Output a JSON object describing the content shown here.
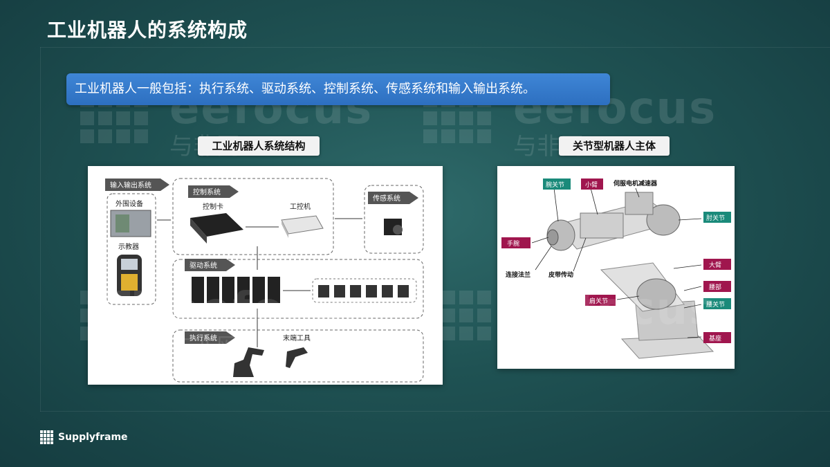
{
  "slide": {
    "title": "工业机器人的系统构成"
  },
  "banner": {
    "text": "工业机器人一般包括：执行系统、驱动系统、控制系统、传感系统和输入输出系统。"
  },
  "left_figure": {
    "caption": "工业机器人系统结构",
    "labels": {
      "io_system": "输入输出系统",
      "peripheral": "外围设备",
      "teach_pendant": "示教器",
      "control_system": "控制系统",
      "control_card": "控制卡",
      "ipc": "工控机",
      "sensing_system": "传感系统",
      "drive_system": "驱动系统",
      "execution_system": "执行系统",
      "end_tool": "末端工具"
    }
  },
  "right_figure": {
    "caption": "关节型机器人主体",
    "labels": {
      "wrist_joint": "腕关节",
      "forearm": "小臂",
      "servo_motor_reducer": "伺服电机减速器",
      "elbow_joint": "肘关节",
      "wrist": "手腕",
      "big_arm": "大臂",
      "connecting_flange": "连接法兰",
      "belt_drive": "皮带传动",
      "waist": "腰部",
      "shoulder_joint": "肩关节",
      "waist_joint": "腰关节",
      "base": "基座"
    },
    "label_color": "#a0164e",
    "label_color_alt": "#1a8a7a"
  },
  "watermark": {
    "logo": "eefocus",
    "cn": "与非网"
  },
  "footer": {
    "brand": "Supplyframe"
  }
}
